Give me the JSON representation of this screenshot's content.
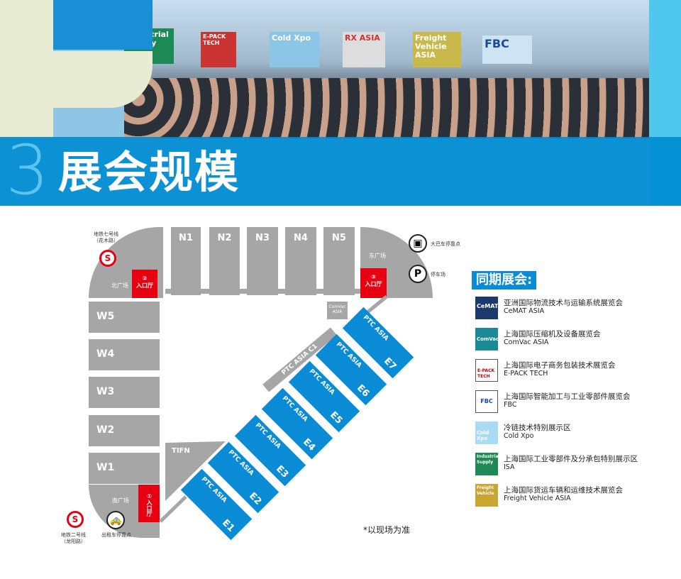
{
  "banner": {
    "section_number": "3",
    "title": "展会规模",
    "signs": [
      "Industrial Supply",
      "E-PACK TECH",
      "Cold Xpo",
      "RX ASIA",
      "Freight Vehicle ASIA",
      "FBC"
    ]
  },
  "map": {
    "north_halls": [
      "N1",
      "N2",
      "N3",
      "N4",
      "N5"
    ],
    "west_halls": [
      "W5",
      "W4",
      "W3",
      "W2",
      "W1"
    ],
    "east_halls": [
      {
        "brand": "PTC ASIA",
        "hall": "E1"
      },
      {
        "brand": "PTC ASIA",
        "hall": "E2"
      },
      {
        "brand": "PTC ASIA",
        "hall": "E3"
      },
      {
        "brand": "PTC ASIA",
        "hall": "E4"
      },
      {
        "brand": "PTC ASIA",
        "hall": "E5"
      },
      {
        "brand": "PTC ASIA",
        "hall": "E6"
      },
      {
        "brand": "PTC ASIA",
        "hall": "E7"
      }
    ],
    "c1": "PTC ASIA C1",
    "tifn": "TIFN",
    "comvac": "ComVac ASIA",
    "north_plaza": "北广场",
    "east_plaza": "东广场",
    "south_plaza": "南广场",
    "entrance_2": {
      "num": "②",
      "label": "入口厅"
    },
    "entrance_3": {
      "num": "③",
      "label": "入口厅"
    },
    "entrance_1": {
      "num": "①",
      "label": "入口厅"
    },
    "metro_7": "地铁七号线\n（花木路）",
    "metro_7_l1": "地铁七号线",
    "metro_7_l2": "（花木路）",
    "metro_2_l1": "地铁二号线",
    "metro_2_l2": "（龙阳路）",
    "bus_stop": "大巴车停靠点",
    "parking": "停车场",
    "taxi": "出租车停靠点",
    "parking_letter": "P"
  },
  "legend": {
    "title": "同期展会:",
    "items": [
      {
        "cn": "亚洲国际物流技术与运输系统展览会",
        "en": "CeMAT ASIA",
        "logo": "CeMAT",
        "color": "#1b3a6b"
      },
      {
        "cn": "上海国际压缩机及设备展览会",
        "en": "ComVac ASIA",
        "logo": "ComVac",
        "color": "#1a8a96"
      },
      {
        "cn": "上海国际电子商务包装技术展览会",
        "en": "E-PACK TECH",
        "logo": "E-PACK TECH",
        "color": "#ffffff"
      },
      {
        "cn": "上海国际智能加工与工业零部件展览会",
        "en": "FBC",
        "logo": "FBC",
        "color": "#ffffff"
      },
      {
        "cn": "冷链技术特别展示区",
        "en": "Cold Xpo",
        "logo": "Cold Xpo",
        "color": "#a9dcf3"
      },
      {
        "cn": "上海国际工业零部件及分承包特别展示区",
        "en": "ISA",
        "logo": "Industrial Supply",
        "color": "#1d8a55"
      },
      {
        "cn": "上海国际货运车辆和运维技术展览会",
        "en": "Freight Vehicle ASIA",
        "logo": "Freight Vehicle",
        "color": "#c9a531"
      }
    ]
  },
  "note": "*以现场为准"
}
